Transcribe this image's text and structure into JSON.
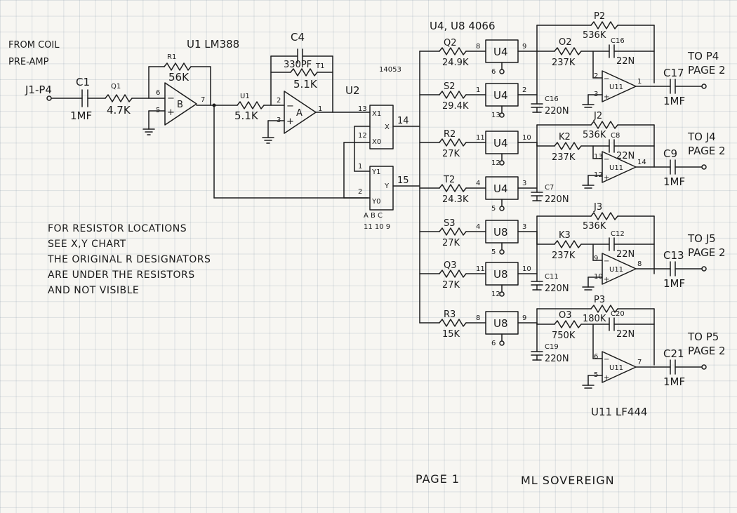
{
  "source": {
    "title": "FROM COIL",
    "subtitle": "PRE-AMP",
    "connector": "J1-P4"
  },
  "u1": {
    "label": "U1 LM388"
  },
  "u2": {
    "label": "U2",
    "part": "14053",
    "x1": "X1",
    "x0": "X0",
    "x": "X",
    "y1": "Y1",
    "y0": "Y0",
    "y": "Y",
    "abc": "A B C",
    "pins_abc": "11 10 9"
  },
  "u4u8": {
    "label": "U4, U8 4066"
  },
  "u11": {
    "label": "U11 LF444"
  },
  "amp_b": {
    "name": "B",
    "minus": "−",
    "plus": "+"
  },
  "amp_a": {
    "name": "A",
    "minus": "−",
    "plus": "+"
  },
  "c1": {
    "ref": "C1",
    "val": "1MF"
  },
  "q1": {
    "ref": "Q1",
    "val": "4.7K"
  },
  "r1": {
    "ref": "R1",
    "val": "56K"
  },
  "c4": {
    "ref": "C4",
    "val": "330PF"
  },
  "t1": {
    "ref": "T1",
    "val": "5.1K"
  },
  "u1r": {
    "ref": "U1",
    "val": "5.1K"
  },
  "pins": {
    "b6": "6",
    "b5": "5",
    "b7": "7",
    "a2": "2",
    "a3": "3",
    "a1": "1",
    "u2_13": "13",
    "u2_12": "12",
    "u2_1": "1",
    "u2_2": "2",
    "u2_14": "14",
    "u2_15": "15"
  },
  "ch": [
    {
      "r_ref": "Q2",
      "r_val": "24.9K",
      "sw": "U4",
      "pin_in": "8",
      "pin_out": "9",
      "pin_ctl": "6"
    },
    {
      "r_ref": "S2",
      "r_val": "29.4K",
      "sw": "U4",
      "pin_in": "1",
      "pin_out": "2",
      "pin_ctl": "13"
    },
    {
      "r_ref": "R2",
      "r_val": "27K",
      "sw": "U4",
      "pin_in": "11",
      "pin_out": "10",
      "pin_ctl": "12"
    },
    {
      "r_ref": "T2",
      "r_val": "24.3K",
      "sw": "U4",
      "pin_in": "4",
      "pin_out": "3",
      "pin_ctl": "5"
    },
    {
      "r_ref": "S3",
      "r_val": "27K",
      "sw": "U8",
      "pin_in": "4",
      "pin_out": "3",
      "pin_ctl": "5"
    },
    {
      "r_ref": "Q3",
      "r_val": "27K",
      "sw": "U8",
      "pin_in": "11",
      "pin_out": "10",
      "pin_ctl": "12"
    },
    {
      "r_ref": "R3",
      "r_val": "15K",
      "sw": "U8",
      "pin_in": "8",
      "pin_out": "9",
      "pin_ctl": "6"
    }
  ],
  "caps": [
    {
      "ref": "C16",
      "val": "220N"
    },
    {
      "ref": "C7",
      "val": "220N"
    },
    {
      "ref": "C11",
      "val": "220N"
    },
    {
      "ref": "C19",
      "val": "220N"
    }
  ],
  "integ": [
    {
      "rf_ref": "P2",
      "rf_val": "536K",
      "rin_ref": "O2",
      "rin_val": "237K",
      "c_ref": "C16",
      "c_val": "22N",
      "pin_m": "2",
      "pin_p": "3",
      "pin_o": "1",
      "amp": "U11",
      "oc_ref": "C17",
      "oc_val": "1MF",
      "dest": "TO P4",
      "page": "PAGE 2"
    },
    {
      "rf_ref": "J2",
      "rf_val": "536K",
      "rin_ref": "K2",
      "rin_val": "237K",
      "c_ref": "C8",
      "c_val": "22N",
      "pin_m": "13",
      "pin_p": "12",
      "pin_o": "14",
      "amp": "U11",
      "oc_ref": "C9",
      "oc_val": "1MF",
      "dest": "TO J4",
      "page": "PAGE 2"
    },
    {
      "rf_ref": "J3",
      "rf_val": "536K",
      "rin_ref": "K3",
      "rin_val": "237K",
      "c_ref": "C12",
      "c_val": "22N",
      "pin_m": "9",
      "pin_p": "10",
      "pin_o": "8",
      "amp": "U11",
      "oc_ref": "C13",
      "oc_val": "1MF",
      "dest": "TO J5",
      "page": "PAGE 2"
    },
    {
      "rf_ref": "P3",
      "rf_val": "180K",
      "rin_ref": "O3",
      "rin_val": "750K",
      "c_ref": "C20",
      "c_val": "22N",
      "pin_m": "6",
      "pin_p": "5",
      "pin_o": "7",
      "amp": "U11",
      "oc_ref": "C21",
      "oc_val": "1MF",
      "dest": "TO P5",
      "page": "PAGE 2"
    }
  ],
  "notes": [
    "FOR RESISTOR LOCATIONS",
    "SEE X,Y CHART",
    "THE ORIGINAL R DESIGNATORS",
    "ARE UNDER THE RESISTORS",
    "AND NOT VISIBLE"
  ],
  "footer": {
    "page": "PAGE 1",
    "name": "ML SOVEREIGN"
  }
}
